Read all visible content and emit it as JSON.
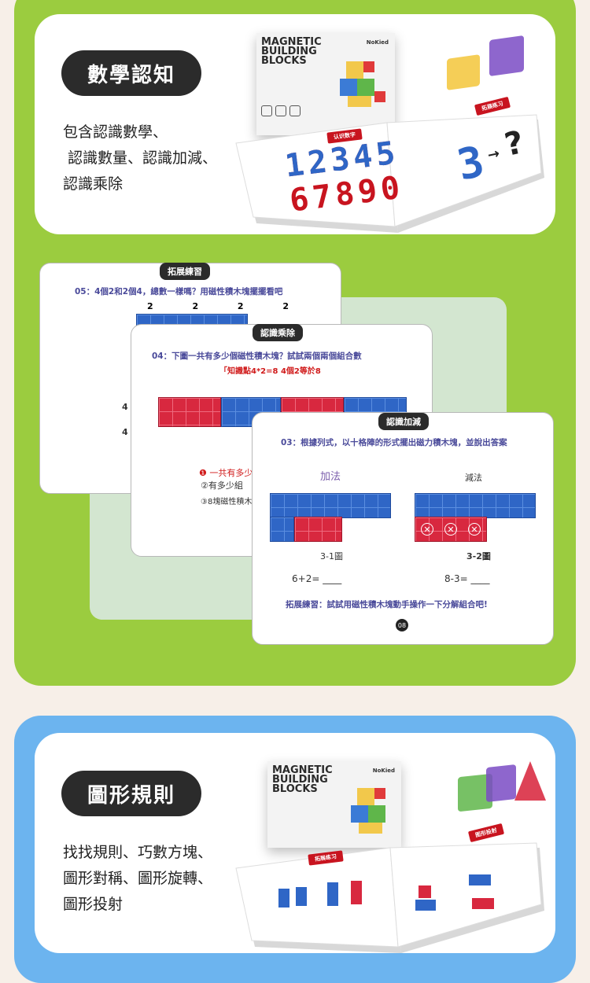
{
  "section1": {
    "pill": "數學認知",
    "desc_lines": [
      "包含認識數學、",
      " 認識數量、認識加減、",
      "認識乘除"
    ],
    "book": {
      "cover_title": [
        "MAGNETIC",
        "BUILDING",
        "BLOCKS"
      ],
      "brand": "NoKied",
      "tag_left": "认识数字",
      "tag_right": "拓展练习",
      "digits_row1": "12345",
      "digits_row2": "67890",
      "big_digit": "3",
      "arrow": "→",
      "question": "?"
    }
  },
  "sheets": {
    "back": {
      "tag": "拓展練習",
      "question": "05：4個2和2個4，總數一樣嗎？用磁性積木塊擺擺看吧",
      "nums": [
        "2",
        "2",
        "2",
        "2"
      ]
    },
    "middle": {
      "tag": "認識乘除",
      "question": "04：下圖一共有多少個磁性積木塊？試試兩個兩個組合數",
      "hint": "「知識點4*2=8 4個2等於8",
      "row_labels": [
        "4",
        "4"
      ],
      "notes": [
        "❶ 一共有多少",
        "②有多少組",
        "③8塊磁性積木"
      ]
    },
    "front": {
      "tag": "認識加減",
      "question": "03：根據列式，以十格陣的形式擺出磁力積木塊，並說出答案",
      "add_label": "加法",
      "sub_label": "減法",
      "caption_left": "3-1圖",
      "caption_right": "3-2圖",
      "eq_left": "6+2= ____",
      "eq_right": "8-3= ____",
      "footer": "拓展練習：試試用磁性積木塊動手操作一下分解組合吧!",
      "page_no": "08"
    }
  },
  "section2": {
    "pill": "圖形規則",
    "desc_lines": [
      "找找規則、巧數方塊、",
      "圖形對稱、圖形旋轉、",
      "圖形投射"
    ],
    "book": {
      "cover_title": [
        "MAGNETIC",
        "BUILDING",
        "BLOCKS"
      ],
      "brand": "NoKied",
      "tag_left": "拓展练习",
      "tag_right": "图形投射"
    }
  },
  "colors": {
    "green": "#9bcc3f",
    "blue": "#6cb4ef",
    "pill": "#2b2b2b",
    "tile_red": "#d8283f",
    "tile_blue": "#2f66c6"
  }
}
